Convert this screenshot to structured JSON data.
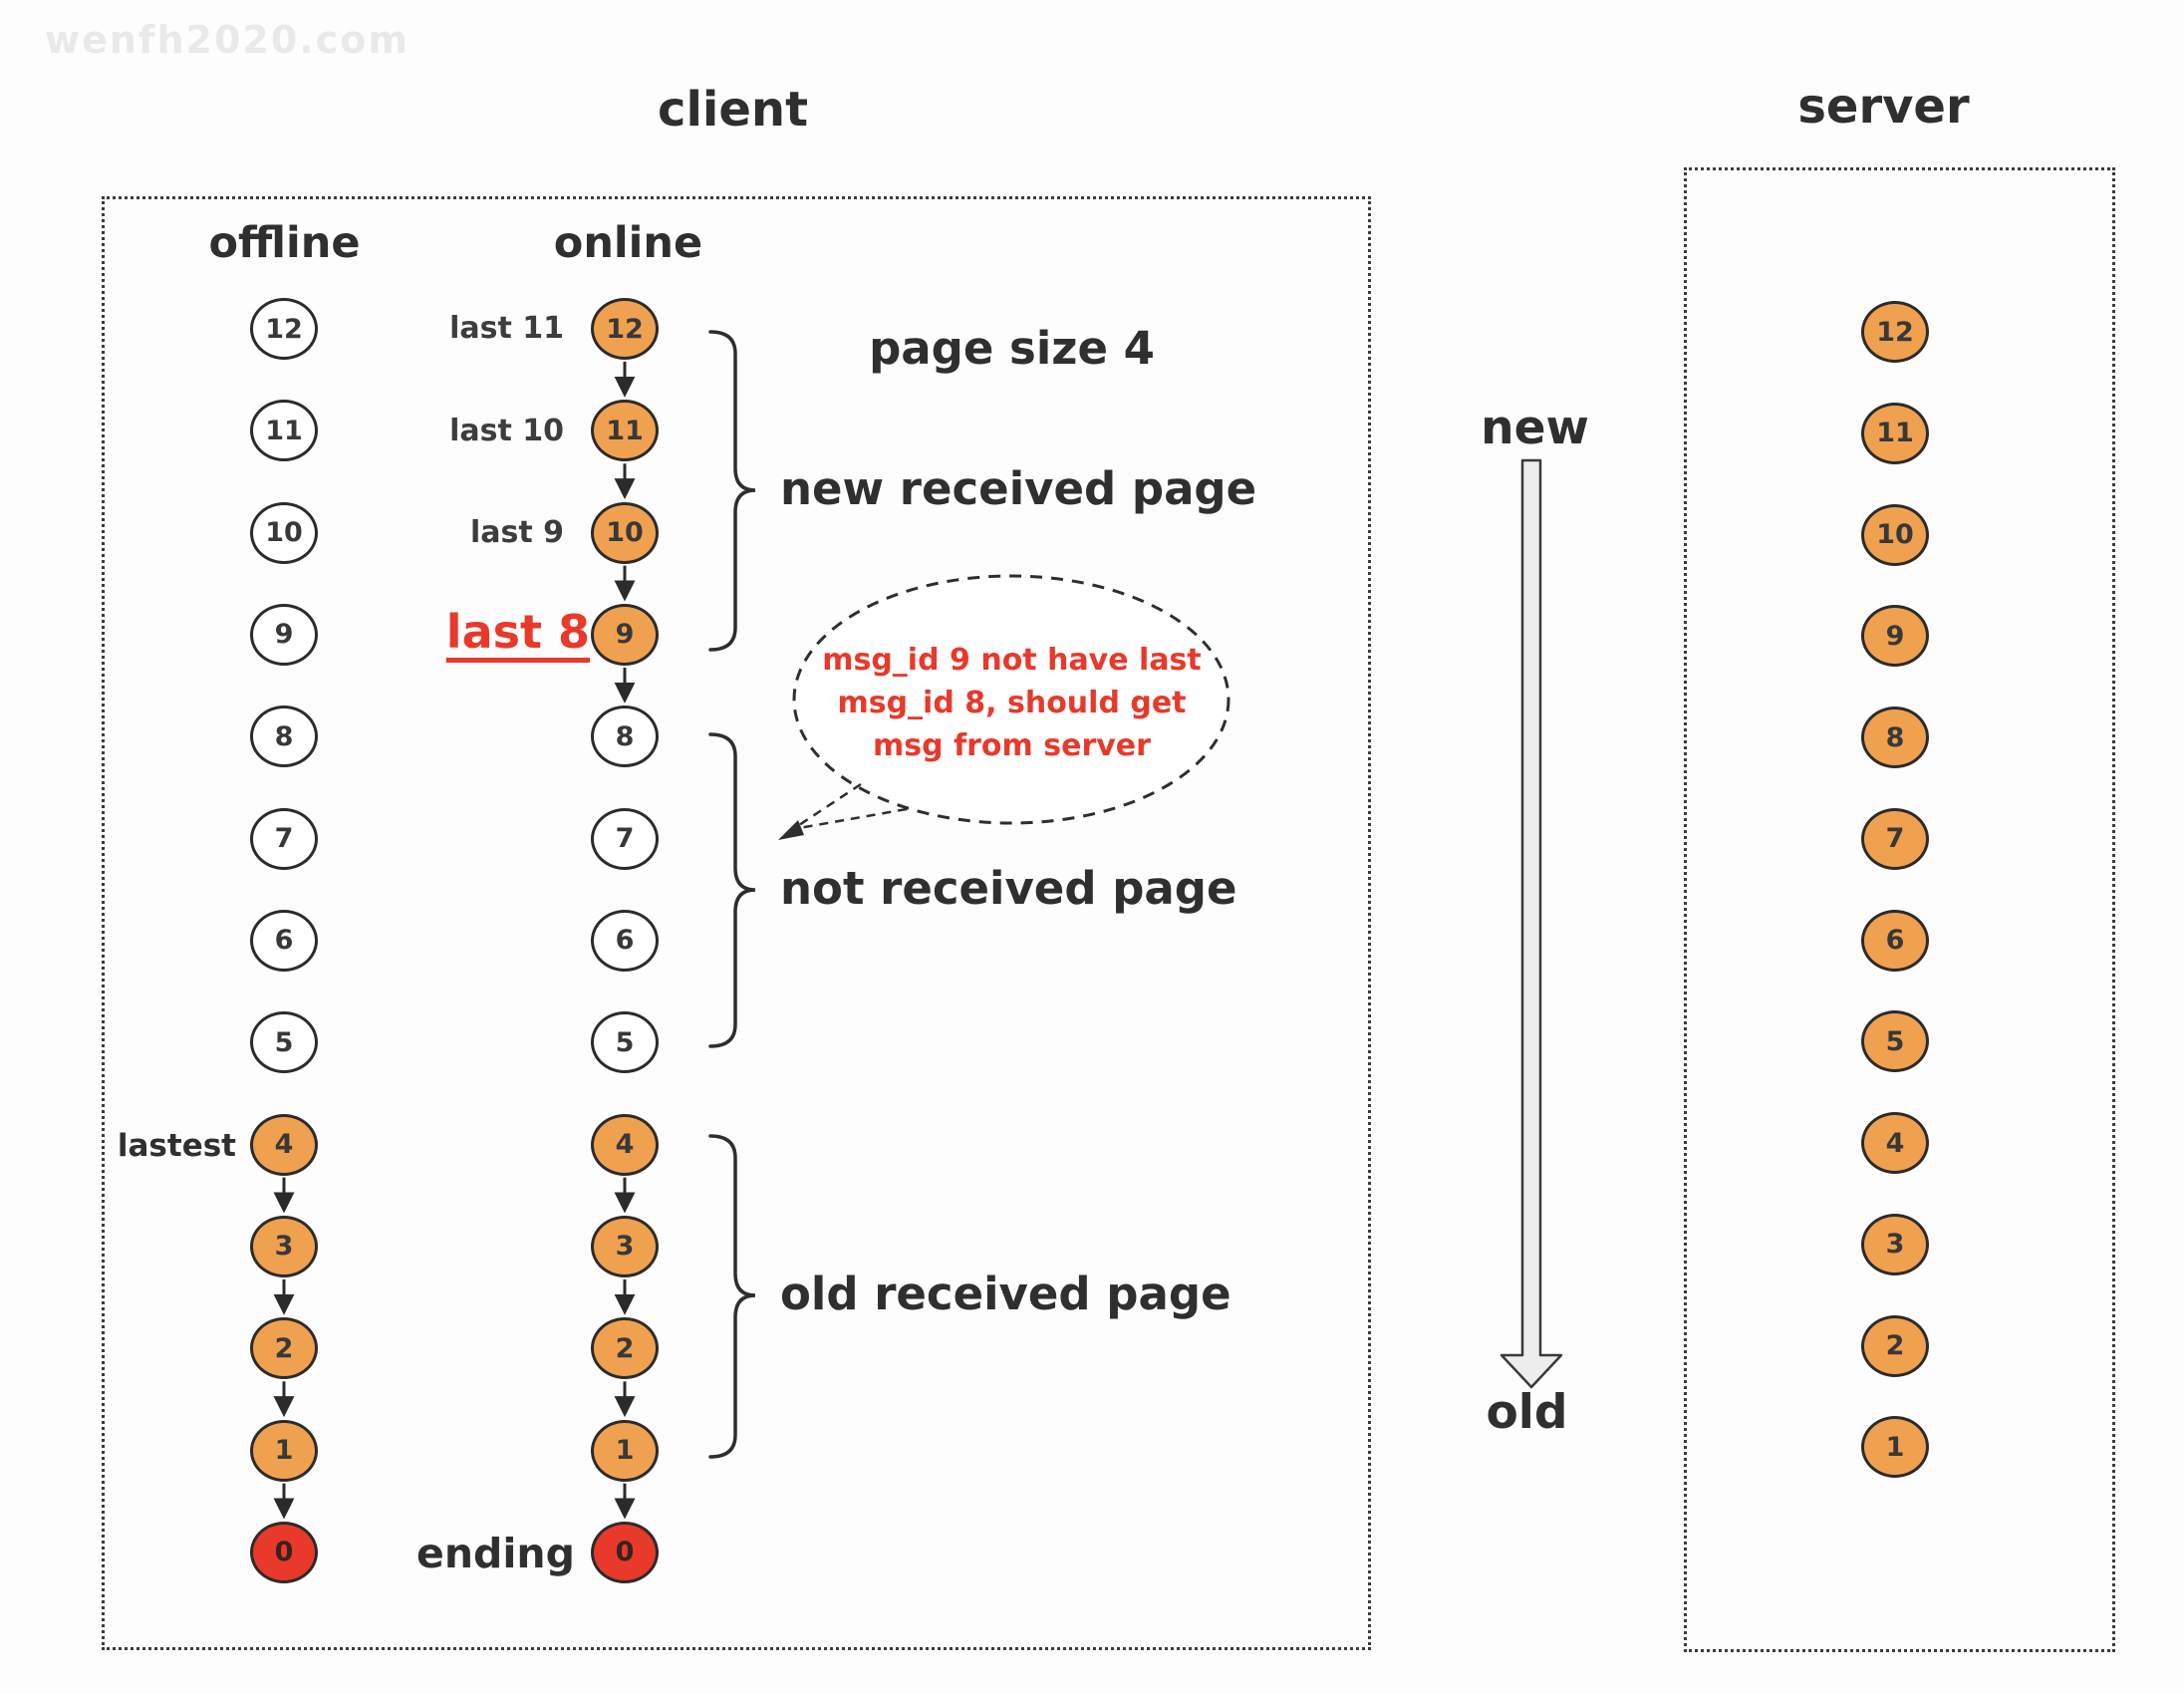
{
  "watermark": "wenfh2020.com",
  "client": {
    "title": "client",
    "offline_header": "offline",
    "online_header": "online",
    "page_size_note": "page size 4",
    "lastest_label": "lastest",
    "ending_label": "ending",
    "last8_label": "last 8",
    "online_last_labels": {
      "l11": "last 11",
      "l10": "last 10",
      "l9": "last 9"
    },
    "offline_nodes": [
      {
        "id": "12",
        "color": "white",
        "arrow": false
      },
      {
        "id": "11",
        "color": "white",
        "arrow": false
      },
      {
        "id": "10",
        "color": "white",
        "arrow": false
      },
      {
        "id": "9",
        "color": "white",
        "arrow": false
      },
      {
        "id": "8",
        "color": "white",
        "arrow": false
      },
      {
        "id": "7",
        "color": "white",
        "arrow": false
      },
      {
        "id": "6",
        "color": "white",
        "arrow": false
      },
      {
        "id": "5",
        "color": "white",
        "arrow": false
      },
      {
        "id": "4",
        "color": "orange",
        "arrow": true
      },
      {
        "id": "3",
        "color": "orange",
        "arrow": true
      },
      {
        "id": "2",
        "color": "orange",
        "arrow": true
      },
      {
        "id": "1",
        "color": "orange",
        "arrow": true
      },
      {
        "id": "0",
        "color": "red",
        "arrow": false
      }
    ],
    "online_nodes": [
      {
        "id": "12",
        "color": "orange",
        "arrow": true
      },
      {
        "id": "11",
        "color": "orange",
        "arrow": true
      },
      {
        "id": "10",
        "color": "orange",
        "arrow": true
      },
      {
        "id": "9",
        "color": "orange",
        "arrow": true
      },
      {
        "id": "8",
        "color": "white",
        "arrow": false
      },
      {
        "id": "7",
        "color": "white",
        "arrow": false
      },
      {
        "id": "6",
        "color": "white",
        "arrow": false
      },
      {
        "id": "5",
        "color": "white",
        "arrow": false
      },
      {
        "id": "4",
        "color": "orange",
        "arrow": true
      },
      {
        "id": "3",
        "color": "orange",
        "arrow": true
      },
      {
        "id": "2",
        "color": "orange",
        "arrow": true
      },
      {
        "id": "1",
        "color": "orange",
        "arrow": true
      },
      {
        "id": "0",
        "color": "red",
        "arrow": false
      }
    ],
    "braces": [
      {
        "label": "new received page"
      },
      {
        "label": "not received page"
      },
      {
        "label": "old received page"
      }
    ],
    "bubble_lines": [
      "msg_id 9 not have last",
      "msg_id 8, should get",
      "msg from server"
    ]
  },
  "middle": {
    "new_label": "new",
    "old_label": "old"
  },
  "server": {
    "title": "server",
    "nodes": [
      {
        "id": "12",
        "color": "orange",
        "arrow": false
      },
      {
        "id": "11",
        "color": "orange",
        "arrow": false
      },
      {
        "id": "10",
        "color": "orange",
        "arrow": false
      },
      {
        "id": "9",
        "color": "orange",
        "arrow": false
      },
      {
        "id": "8",
        "color": "orange",
        "arrow": false
      },
      {
        "id": "7",
        "color": "orange",
        "arrow": false
      },
      {
        "id": "6",
        "color": "orange",
        "arrow": false
      },
      {
        "id": "5",
        "color": "orange",
        "arrow": false
      },
      {
        "id": "4",
        "color": "orange",
        "arrow": false
      },
      {
        "id": "3",
        "color": "orange",
        "arrow": false
      },
      {
        "id": "2",
        "color": "orange",
        "arrow": false
      },
      {
        "id": "1",
        "color": "orange",
        "arrow": false
      }
    ]
  },
  "colors": {
    "orange": "#F0A150",
    "red": "#E8392A",
    "ink": "#2b2b2b",
    "watermark": "#e9e9e9",
    "arrow_fill": "#ededed"
  }
}
